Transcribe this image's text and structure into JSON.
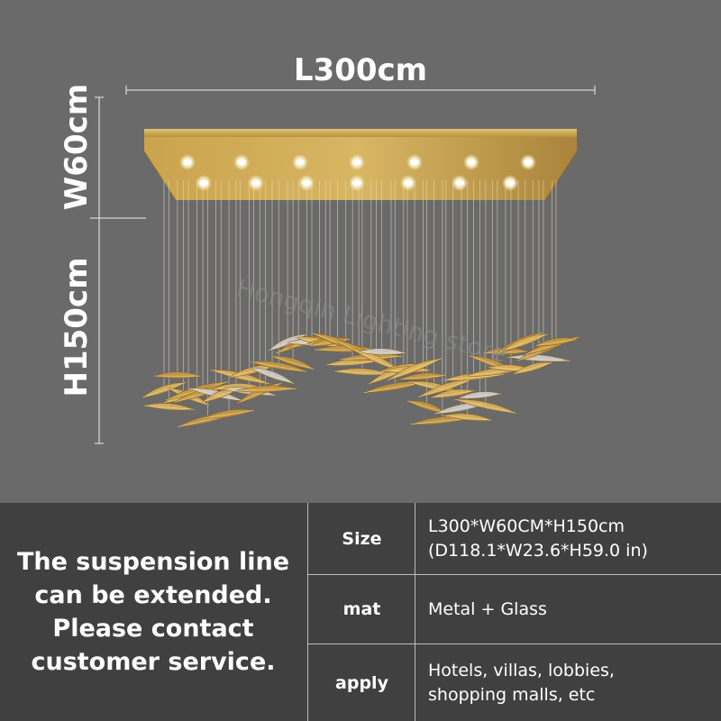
{
  "dimensions": {
    "length_label": "L300cm",
    "width_label": "W60cm",
    "height_label": "H150cm"
  },
  "watermark": "Hongqin Lighting store",
  "colors": {
    "background": "#6a6a6a",
    "panel": "#404040",
    "gold": "#c9a24a",
    "text": "#ffffff"
  },
  "notice": {
    "lines": [
      "The suspension line",
      "can be extended.",
      "Please contact",
      "customer service."
    ]
  },
  "specs": {
    "size": {
      "key": "Size",
      "lines": [
        "L300*W60CM*H150cm",
        "(D118.1*W23.6*H59.0 in)"
      ]
    },
    "mat": {
      "key": "mat",
      "lines": [
        "Metal + Glass"
      ]
    },
    "apply": {
      "key": "apply",
      "lines": [
        "Hotels, villas, lobbies,",
        "shopping malls, etc"
      ]
    }
  }
}
